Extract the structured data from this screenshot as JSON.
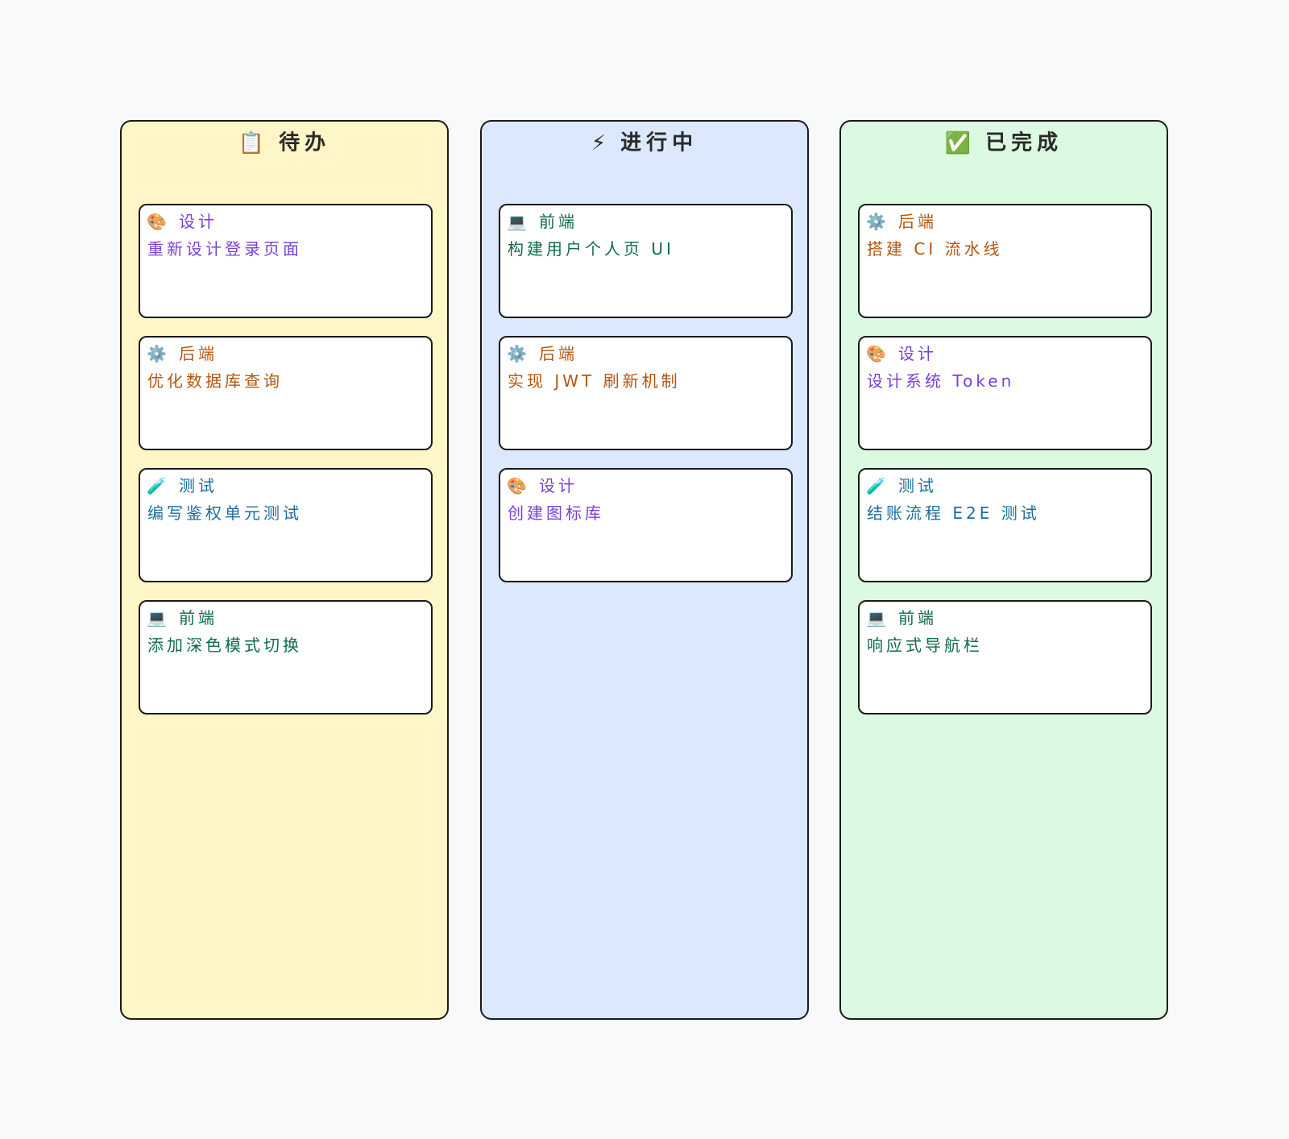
{
  "columns": [
    {
      "title": "待办",
      "icon": "clipboard-icon",
      "icon_glyph": "📋",
      "bg": "#fef6c6",
      "cards": [
        {
          "tag": "设计",
          "icon": "palette-icon",
          "icon_glyph": "🎨",
          "color": "#7a3fd6",
          "title": "重新设计登录页面"
        },
        {
          "tag": "后端",
          "icon": "gear-icon",
          "icon_glyph": "⚙️",
          "color": "#b3560f",
          "title": "优化数据库查询"
        },
        {
          "tag": "测试",
          "icon": "test-tube-icon",
          "icon_glyph": "🧪",
          "color": "#1a6e9e",
          "title": "编写鉴权单元测试"
        },
        {
          "tag": "前端",
          "icon": "laptop-icon",
          "icon_glyph": "💻",
          "color": "#0f6b4a",
          "title": "添加深色模式切换"
        }
      ]
    },
    {
      "title": "进行中",
      "icon": "lightning-icon",
      "icon_glyph": "⚡",
      "bg": "#dbe8fd",
      "cards": [
        {
          "tag": "前端",
          "icon": "laptop-icon",
          "icon_glyph": "💻",
          "color": "#0f6b4a",
          "title": "构建用户个人页 UI"
        },
        {
          "tag": "后端",
          "icon": "gear-icon",
          "icon_glyph": "⚙️",
          "color": "#b3560f",
          "title": "实现 JWT 刷新机制"
        },
        {
          "tag": "设计",
          "icon": "palette-icon",
          "icon_glyph": "🎨",
          "color": "#7a3fd6",
          "title": "创建图标库"
        }
      ]
    },
    {
      "title": "已完成",
      "icon": "check-icon",
      "icon_glyph": "✅",
      "bg": "#dcfae2",
      "cards": [
        {
          "tag": "后端",
          "icon": "gear-icon",
          "icon_glyph": "⚙️",
          "color": "#b3560f",
          "title": "搭建 CI 流水线"
        },
        {
          "tag": "设计",
          "icon": "palette-icon",
          "icon_glyph": "🎨",
          "color": "#7a3fd6",
          "title": "设计系统 Token"
        },
        {
          "tag": "测试",
          "icon": "test-tube-icon",
          "icon_glyph": "🧪",
          "color": "#1a6e9e",
          "title": "结账流程 E2E 测试"
        },
        {
          "tag": "前端",
          "icon": "laptop-icon",
          "icon_glyph": "💻",
          "color": "#0f6b4a",
          "title": "响应式导航栏"
        }
      ]
    }
  ]
}
